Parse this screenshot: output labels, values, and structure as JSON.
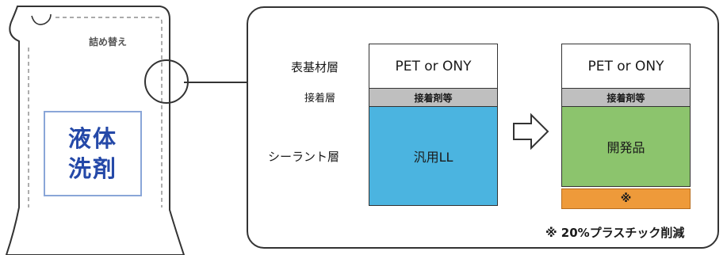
{
  "pouch": {
    "refill_text": "詰め替え",
    "label_lines": [
      "液体",
      "洗剤"
    ]
  },
  "layer_labels": {
    "base": "表基材層",
    "adhesive": "接着層",
    "sealant": "シーラント層"
  },
  "conventional": {
    "base": "PET or ONY",
    "adhesive": "接着剤等",
    "sealant": "汎用LL"
  },
  "developed": {
    "base": "PET or ONY",
    "adhesive": "接着剤等",
    "sealant": "開発品",
    "extra_layer": "※"
  },
  "footnote": "※ 20%プラスチック削減",
  "colors": {
    "sealant_conventional": "#4bb4e0",
    "sealant_developed": "#8cc46d",
    "reduced_layer": "#ee9a3a",
    "adhesive": "#bfbfbf",
    "pouch_text": "#2549a8"
  }
}
